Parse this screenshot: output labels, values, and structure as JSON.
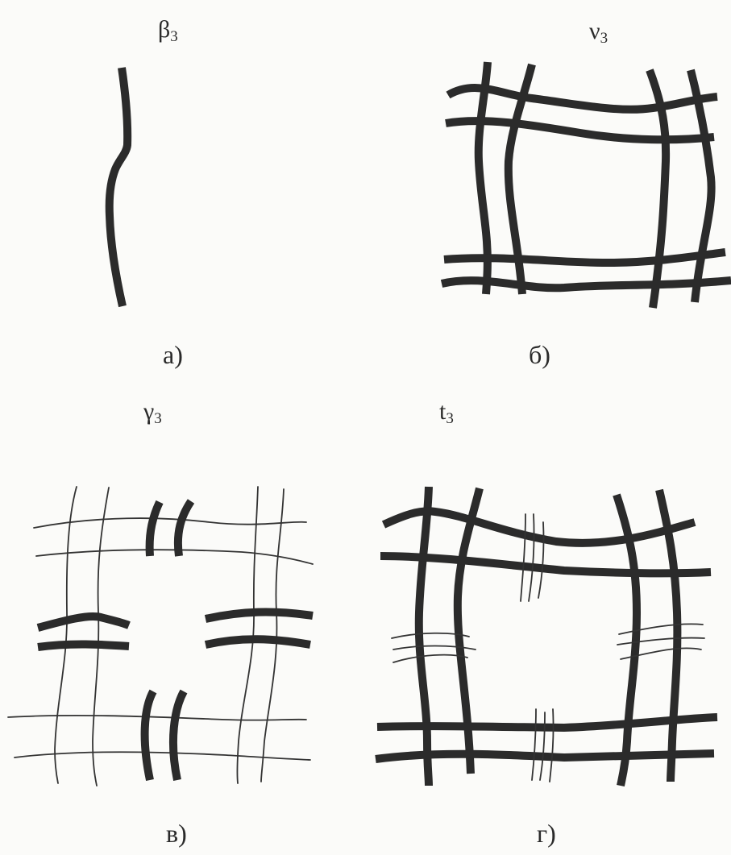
{
  "panels": {
    "a": {
      "symbol_main": "β",
      "symbol_sub": "3",
      "caption": "а)"
    },
    "b": {
      "symbol_main": "ν",
      "symbol_sub": "3",
      "caption": "б)"
    },
    "v": {
      "symbol_main": "γ",
      "symbol_sub": "3",
      "caption": "в)"
    },
    "g": {
      "symbol_main": "t",
      "symbol_sub": "3",
      "caption": "г)"
    }
  },
  "colors": {
    "background": "#fbfbf9",
    "stroke": "#2b2b2b"
  }
}
